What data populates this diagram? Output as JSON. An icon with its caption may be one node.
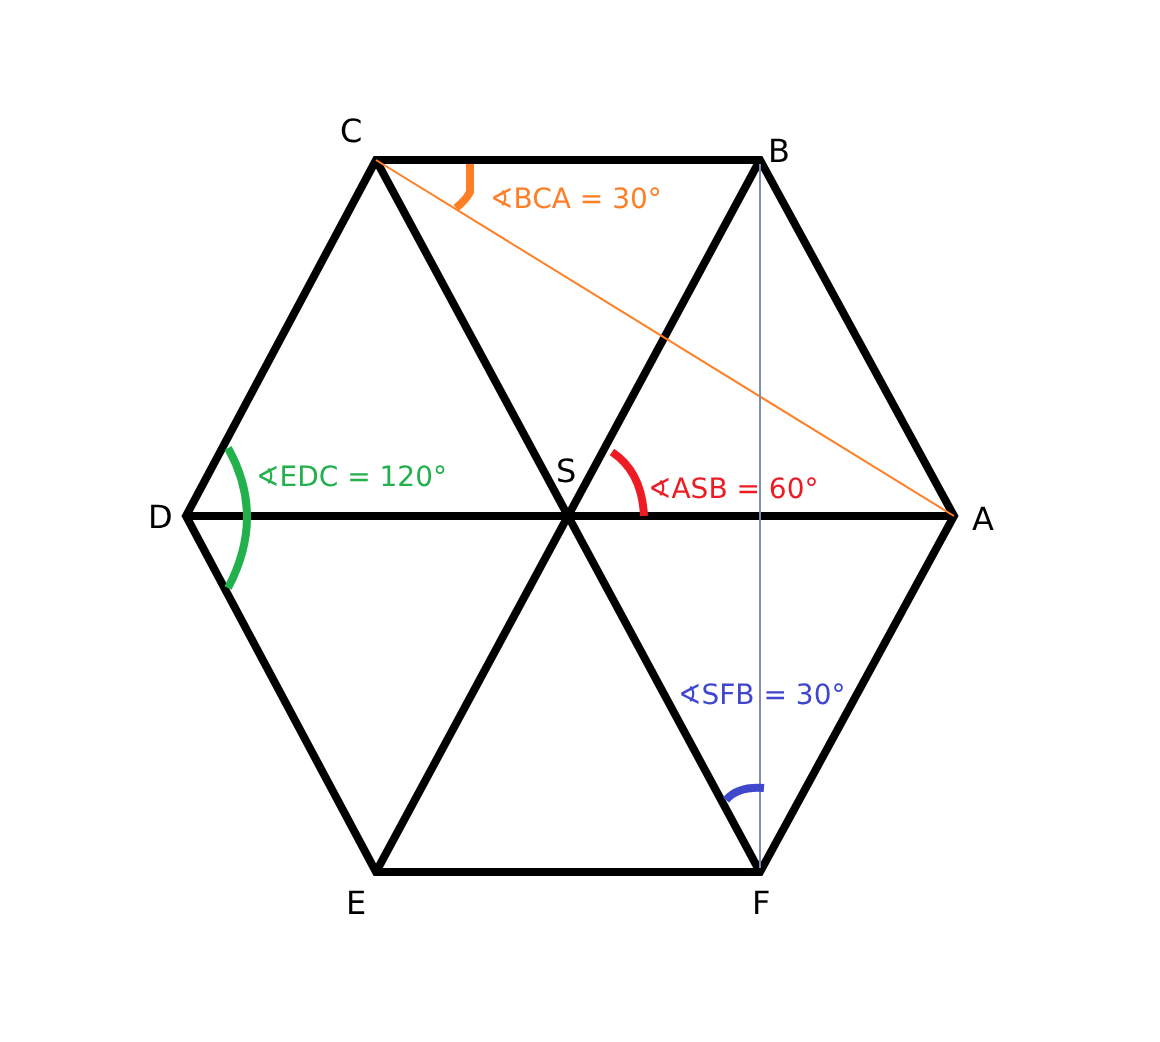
{
  "diagram": {
    "labels": [
      "C",
      "B",
      "∢BCA = 30°",
      "S",
      "∢ASB = 60°",
      "∢EDC = 120°",
      "D",
      "A",
      "∢SFB = 30°",
      "E",
      "F"
    ]
  }
}
